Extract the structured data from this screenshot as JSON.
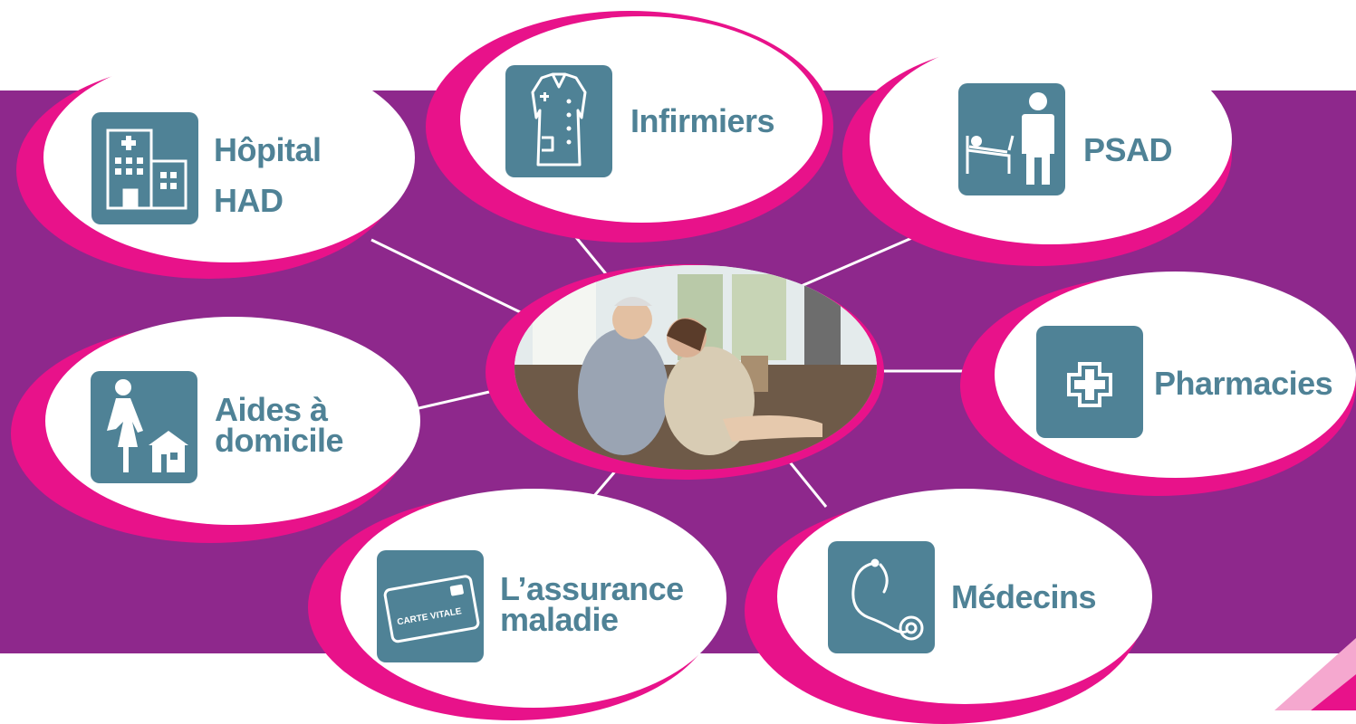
{
  "nodes": {
    "hopital": {
      "line1": "Hôpital",
      "line2": "HAD"
    },
    "infirmiers": {
      "label": "Infirmiers"
    },
    "psad": {
      "label": "PSAD"
    },
    "aides": {
      "line1": "Aides à",
      "line2": "domicile"
    },
    "pharmacies": {
      "label": "Pharmacies"
    },
    "assurance": {
      "line1": "L’assurance",
      "line2": "maladie",
      "card_text": "CARTE VITALE"
    },
    "medecins": {
      "label": "Médecins"
    }
  },
  "center": {
    "photo": "couple-photo"
  },
  "colors": {
    "background": "#8e288c",
    "accent": "#e8128a",
    "icon": "#4f8296",
    "bubble": "#ffffff"
  },
  "icons": [
    "hospital-icon",
    "nurse-uniform-icon",
    "patient-bed-icon",
    "home-aide-icon",
    "pharmacy-cross-icon",
    "health-card-icon",
    "stethoscope-icon"
  ]
}
